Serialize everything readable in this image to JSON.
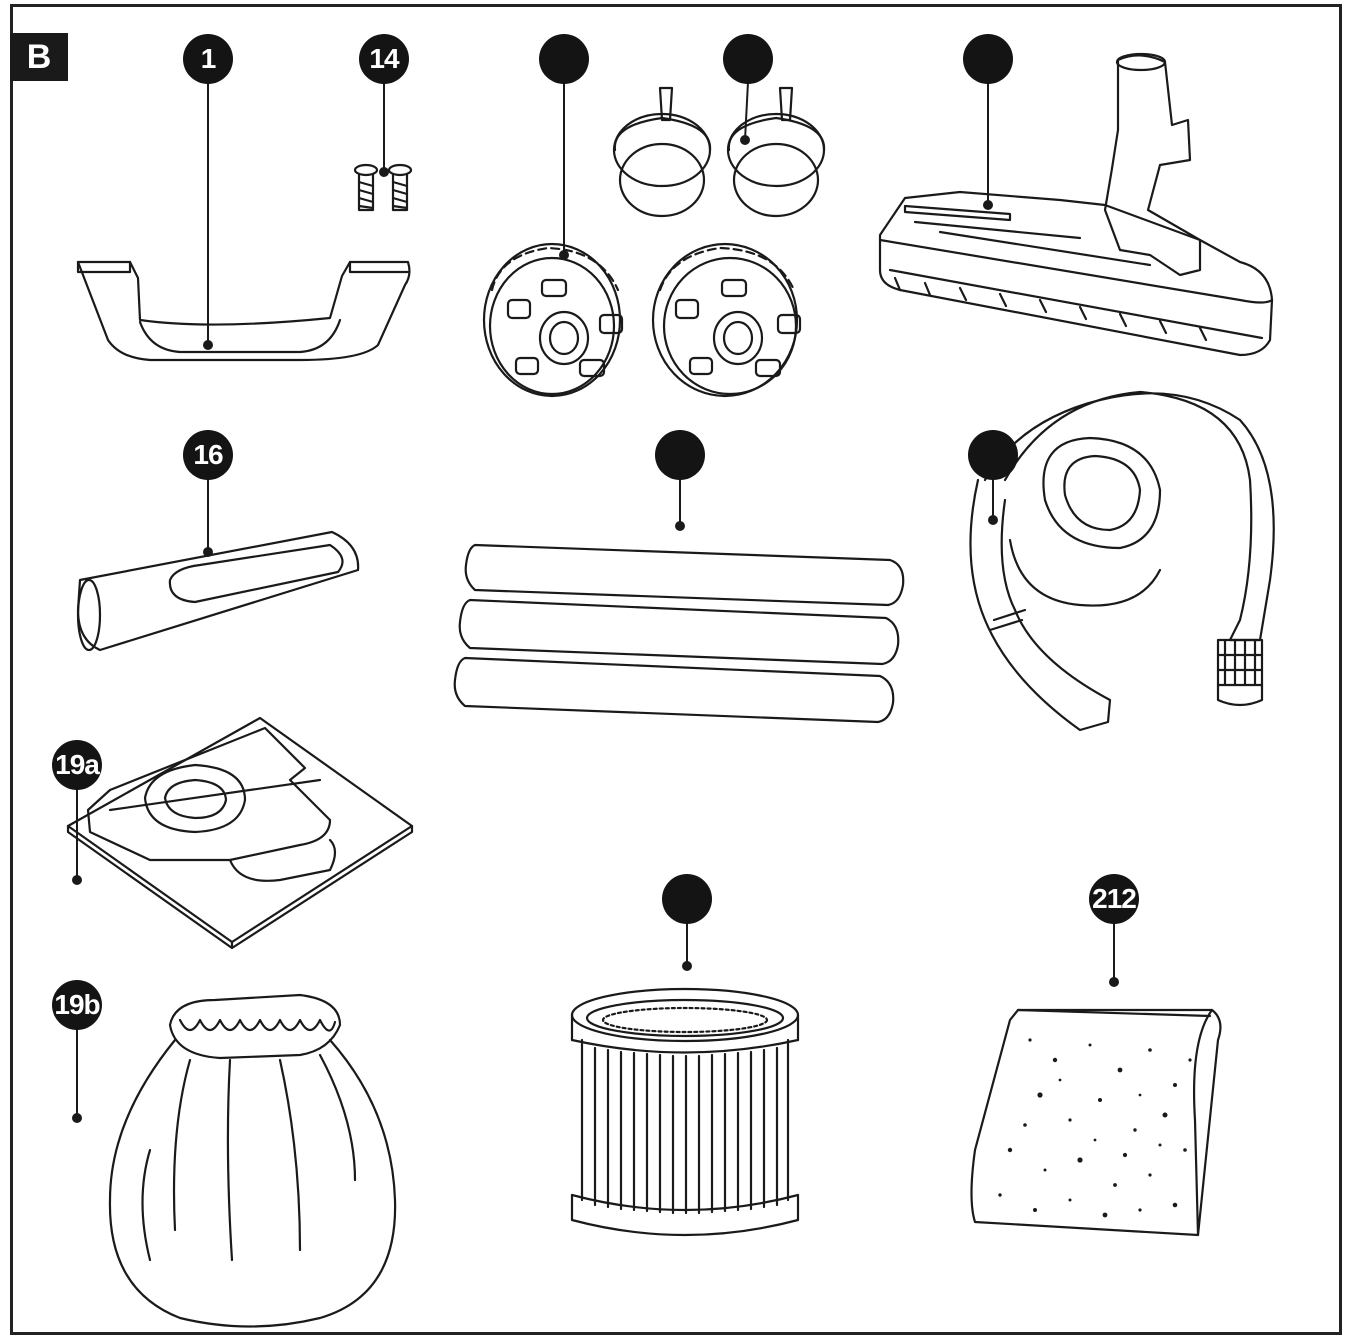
{
  "section": "B",
  "callouts": {
    "handle": "1",
    "screws": "14",
    "rear_wheels": "",
    "casters": "",
    "floor_nozzle": "",
    "crevice_tool": "16",
    "extension_tubes": "",
    "hose": "",
    "paper_bag": "19a",
    "cloth_bag": "19b",
    "cartridge_filter": "",
    "foam_filter": "212"
  },
  "colors": {
    "ink": "#1a1a1a",
    "paper": "#ffffff"
  }
}
